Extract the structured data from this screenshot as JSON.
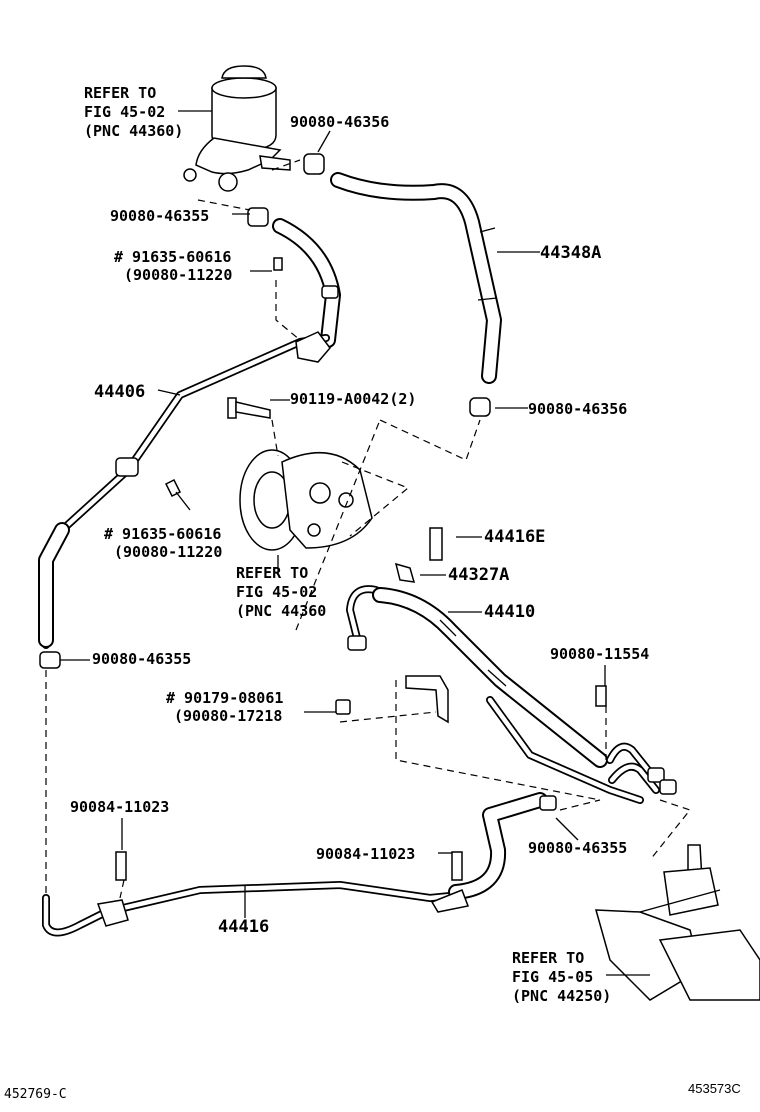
{
  "labels": {
    "refer_reservoir": [
      "REFER TO",
      "FIG 45-02",
      "(PNC 44360)"
    ],
    "p_90080_46356_top": "90080-46356",
    "p_90080_46355_top": "90080-46355",
    "p_91635_60616_a": "# 91635-60616",
    "p_90080_11220_a": "(90080-11220",
    "p_44348A": "44348A",
    "p_44406": "44406",
    "p_90119_A0042": "90119-A0042(2)",
    "p_90080_46356_mid": "90080-46356",
    "p_91635_60616_b": "# 91635-60616",
    "p_90080_11220_b": "(90080-11220",
    "refer_pump": [
      "REFER TO",
      "FIG 45-02",
      "(PNC 44360"
    ],
    "p_44416E": "44416E",
    "p_44327A": "44327A",
    "p_44410": "44410",
    "p_90080_46355_left": "90080-46355",
    "p_90080_11554": "90080-11554",
    "p_90179_08061": "# 90179-08061",
    "p_90080_17218": "(90080-17218",
    "p_90084_11023_left": "90084-11023",
    "p_90084_11023_mid": "90084-11023",
    "p_90080_46355_right": "90080-46355",
    "p_44416": "44416",
    "refer_gear": [
      "REFER TO",
      "FIG 45-05",
      "(PNC 44250)"
    ],
    "footer_left": "452769-C",
    "footer_right": "453573C"
  },
  "icons": [
    "reservoir-icon",
    "pump-icon",
    "steering-gear-icon",
    "bolt-icon",
    "clamp-icon",
    "nut-icon"
  ]
}
